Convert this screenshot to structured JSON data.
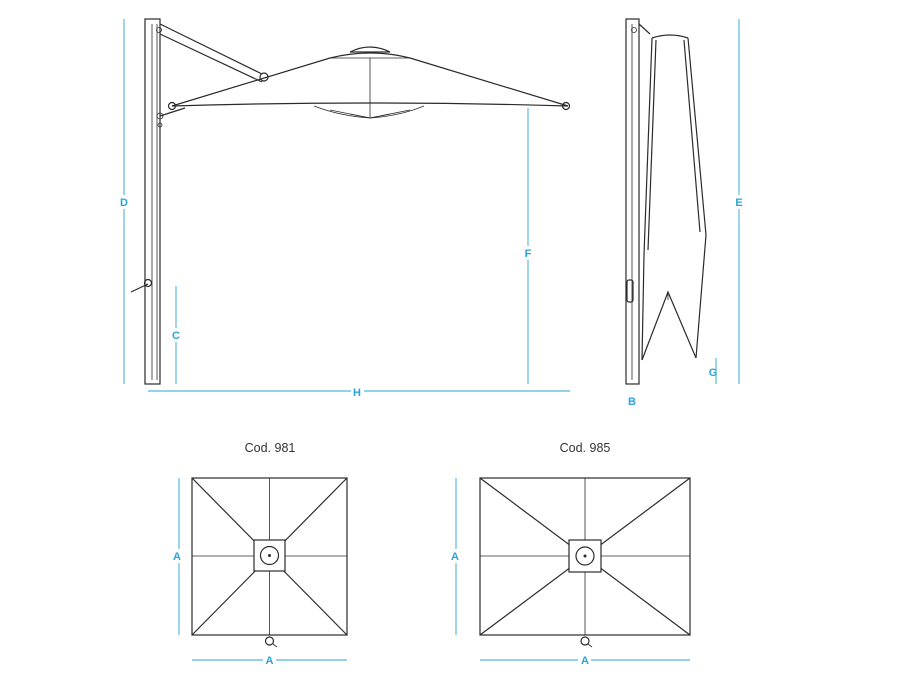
{
  "colors": {
    "dimension": "#2aa3d6",
    "line": "#2b2b2b",
    "background": "#ffffff"
  },
  "dimension_labels": {
    "D": "D",
    "C": "C",
    "F": "F",
    "H": "H",
    "B": "B",
    "E": "E",
    "G": "G",
    "A": "A"
  },
  "plans": [
    {
      "caption": "Cod. 981"
    },
    {
      "caption": "Cod. 985"
    }
  ]
}
